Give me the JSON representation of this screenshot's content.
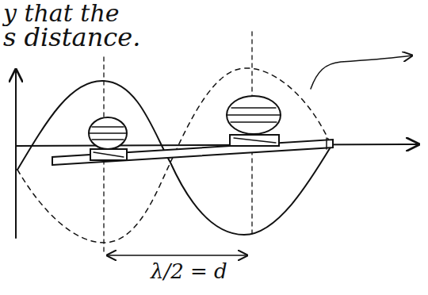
{
  "diagram": {
    "labels": [
      "y that the",
      "s distance.",
      "λ/2 = d"
    ]
  }
}
